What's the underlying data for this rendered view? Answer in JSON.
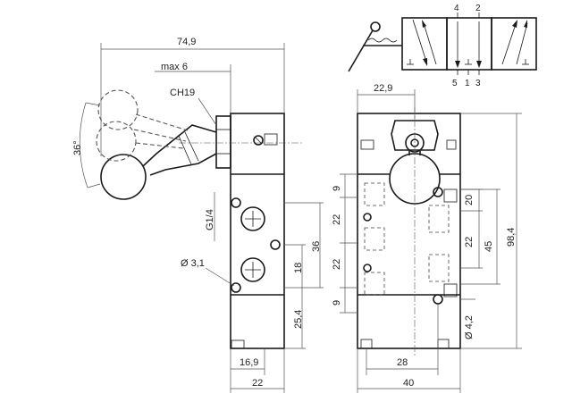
{
  "dimensions": {
    "overall_width_side": "74,9",
    "lever_offset": "max 6",
    "nut_size": "CH19",
    "swing_angle": "36°",
    "port_thread": "G1/4",
    "mount_hole": "Ø 3,1",
    "side_spacing_36": "36",
    "side_spacing_18": "18",
    "side_base": "25,4",
    "side_hole_offset": "16,9",
    "side_width": "22",
    "front_top_offset": "22,9",
    "front_9_top": "9",
    "front_22_a": "22",
    "front_22_b": "22",
    "front_9_bottom": "9",
    "right_20": "20",
    "right_22": "22",
    "right_45": "45",
    "overall_height": "98,4",
    "right_hole": "Ø 4,2",
    "front_28": "28",
    "front_width": "40"
  },
  "symbol": {
    "port_4": "4",
    "port_2": "2",
    "port_5": "5",
    "port_1": "1",
    "port_3": "3"
  }
}
